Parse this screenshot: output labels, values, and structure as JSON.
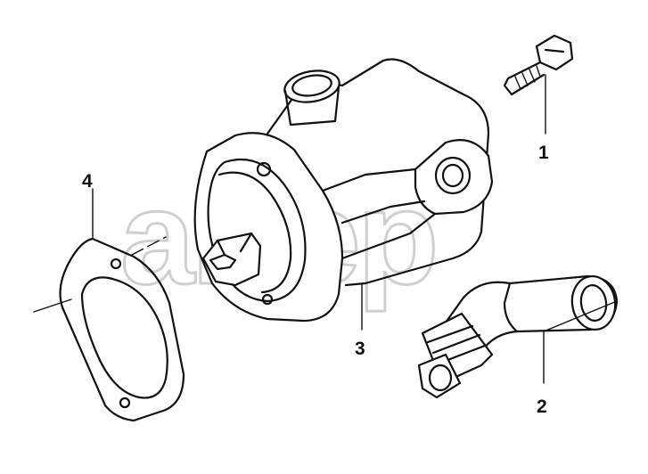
{
  "watermark": {
    "text": "амер",
    "color": "#cfcfcf"
  },
  "callouts": [
    {
      "id": "1",
      "part": "bolt"
    },
    {
      "id": "2",
      "part": "elbow-fitting"
    },
    {
      "id": "3",
      "part": "pump-body"
    },
    {
      "id": "4",
      "part": "gasket"
    }
  ],
  "colors": {
    "ink": "#111111",
    "background": "#ffffff"
  }
}
